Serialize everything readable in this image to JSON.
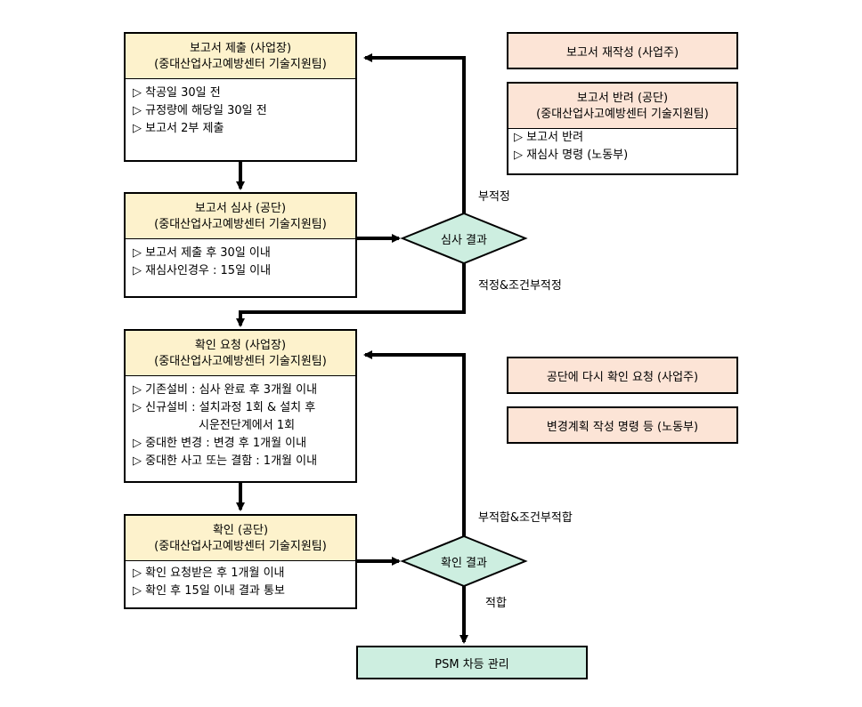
{
  "box_submit": {
    "title": "보고서 제출 (사업장)",
    "subtitle": "(중대산업사고예방센터 기술지원팀)",
    "items": [
      "▷ 착공일 30일 전",
      "▷ 규정량에 해당일 30일 전",
      "▷ 보고서 2부 제출"
    ]
  },
  "box_review": {
    "title": "보고서 심사 (공단)",
    "subtitle": "(중대산업사고예방센터 기술지원팀)",
    "items": [
      "▷ 보고서 제출 후 30일 이내",
      "▷ 재심사인경우 : 15일 이내"
    ]
  },
  "box_confirm_request": {
    "title": "확인 요청 (사업장)",
    "subtitle": "(중대산업사고예방센터 기술지원팀)",
    "items": [
      "▷ 기존설비 : 심사 완료 후 3개월 이내",
      "▷ 신규설비 : 설치과정 1회 & 설치 후",
      "시운전단계에서 1회",
      "▷ 중대한 변경 : 변경 후 1개월 이내",
      "▷ 중대한 사고 또는 결함 : 1개월 이내"
    ]
  },
  "box_confirm": {
    "title": "확인 (공단)",
    "subtitle": "(중대산업사고예방센터 기술지원팀)",
    "items": [
      "▷ 확인 요청받은 후 1개월 이내",
      "▷ 확인 후 15일 이내 결과 통보"
    ]
  },
  "box_rewrite": {
    "label": "보고서 재작성 (사업주)"
  },
  "box_return": {
    "title": "보고서 반려 (공단)",
    "subtitle": "(중대산업사고예방센터 기술지원팀)",
    "items": [
      "▷ 보고서 반려",
      "▷ 재심사 명령 (노동부)"
    ]
  },
  "box_reconfirm": {
    "label": "공단에 다시 확인 요청 (사업주)"
  },
  "box_change_order": {
    "label": "변경계획 작성 명령 등 (노동부)"
  },
  "box_psm": {
    "label": "PSM 차등 관리"
  },
  "decision_review": {
    "label": "심사 결과"
  },
  "decision_confirm": {
    "label": "확인 결과"
  },
  "edge_labels": {
    "unfit": "부적정",
    "fit_conditional": "적정&조건부적정",
    "nonconform": "부적합&조건부적합",
    "conform": "적합"
  },
  "colors": {
    "yellow_header": "#fdf2cc",
    "peach": "#fce4d6",
    "mint": "#cdeee0",
    "line": "#000000"
  }
}
